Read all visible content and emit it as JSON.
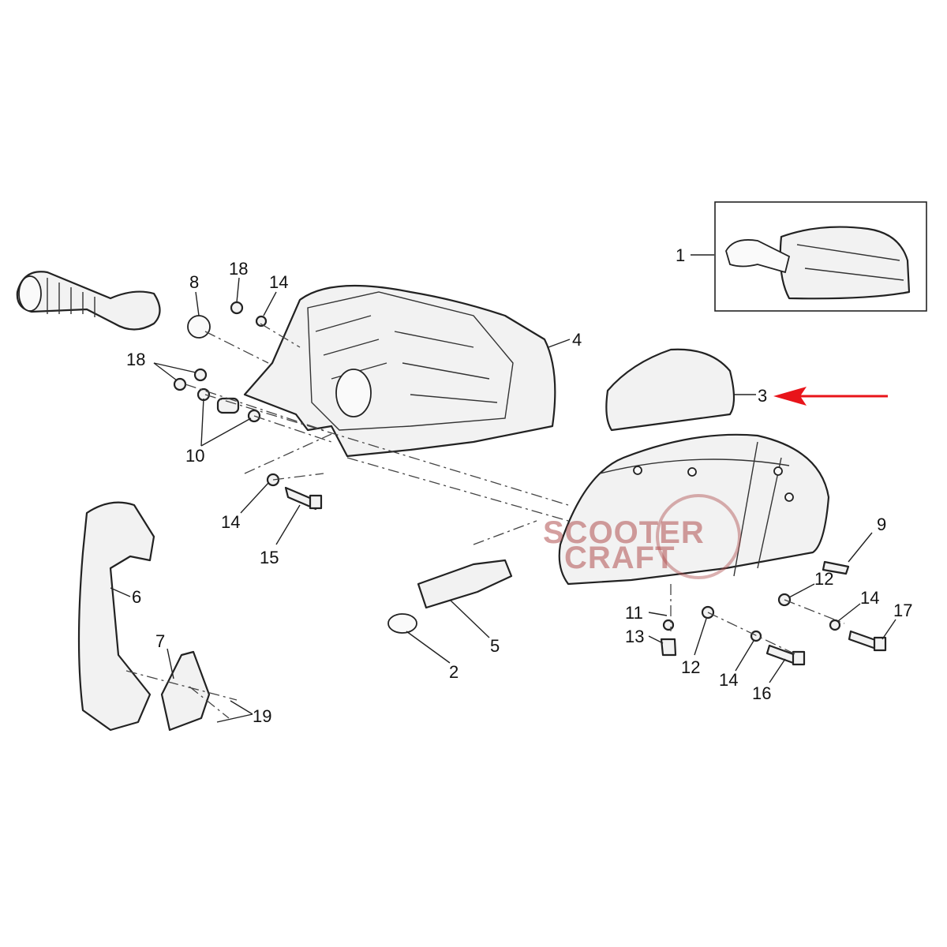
{
  "diagram": {
    "title": "Air filter housing exploded view",
    "labels": [
      "1",
      "2",
      "3",
      "4",
      "5",
      "6",
      "7",
      "8",
      "9",
      "10",
      "11",
      "12",
      "13",
      "14",
      "15",
      "16",
      "17",
      "18",
      "19"
    ],
    "callouts": {
      "c1": "1",
      "c4": "4",
      "c3": "3",
      "c18a": "18",
      "c14a": "14",
      "c8": "8",
      "c18b": "18",
      "c10": "10",
      "c14b": "14",
      "c15": "15",
      "c6": "6",
      "c7": "7",
      "c19": "19",
      "c2": "2",
      "c5": "5",
      "c11": "11",
      "c13": "13",
      "c12a": "12",
      "c12b": "12",
      "c14c": "14",
      "c17": "17",
      "c14d": "14",
      "c16": "16",
      "c9": "9"
    },
    "highlight_arrow_target": "3",
    "highlight_color": "#e8141a",
    "watermark": {
      "line1": "SCOOTER",
      "line2": "CRAFT",
      "color": "#b05050"
    }
  }
}
